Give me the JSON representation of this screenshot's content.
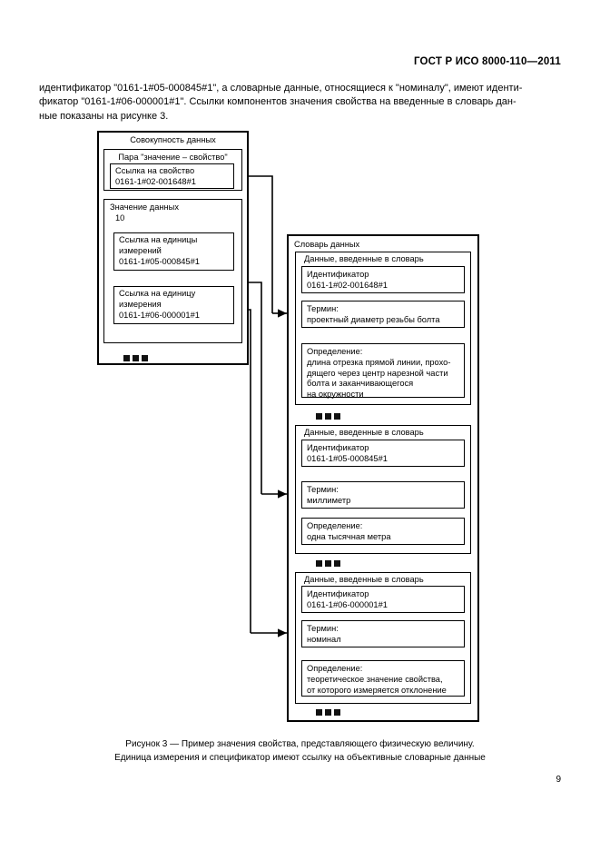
{
  "header": {
    "standard": "ГОСТ Р ИСО 8000-110—2011"
  },
  "body": {
    "line1": "идентификатор \"0161-1#05-000845#1\", а словарные данные, относящиеся к \"номиналу\", имеют иденти-",
    "line2": "фикатор \"0161-1#06-000001#1\". Ссылки компонентов значения свойства на введенные в словарь дан-",
    "line3": "ные показаны на рисунке 3."
  },
  "figure": {
    "left_panel": {
      "title": "Совокупность данных",
      "pair_title": "Пара \"значение – свойство\"",
      "property_ref": {
        "label": "Ссылка на свойство",
        "value": "0161-1#02-001648#1"
      },
      "data_value": {
        "label": "Значение данных",
        "value": "10"
      },
      "units_ref": {
        "label_line1": "Ссылка на единицы",
        "label_line2": "измерений",
        "value": "0161-1#05-000845#1"
      },
      "unit_ref": {
        "label_line1": "Ссылка на единицу",
        "label_line2": "измерения",
        "value": "0161-1#06-000001#1"
      }
    },
    "right_panel": {
      "title": "Словарь данных",
      "entries": [
        {
          "title": "Данные, введенные в словарь",
          "identifier_label": "Идентификатор",
          "identifier_value": "0161-1#02-001648#1",
          "term_label": "Термин:",
          "term_value": "проектный диаметр резьбы болта",
          "definition_label": "Определение:",
          "definition_value": "длина отрезка прямой линии, прохо-\nдящего через центр нарезной части\nболта и заканчивающегося\nна окружности"
        },
        {
          "title": "Данные, введенные в словарь",
          "identifier_label": "Идентификатор",
          "identifier_value": "0161-1#05-000845#1",
          "term_label": "Термин:",
          "term_value": "миллиметр",
          "definition_label": "Определение:",
          "definition_value": "одна тысячная метра"
        },
        {
          "title": "Данные, введенные в словарь",
          "identifier_label": "Идентификатор",
          "identifier_value": "0161-1#06-000001#1",
          "term_label": "Термин:",
          "term_value": "номинал",
          "definition_label": "Определение:",
          "definition_value": "теоретическое значение свойства,\nот которого измеряется отклонение"
        }
      ]
    }
  },
  "caption": {
    "line1": "Рисунок  3 — Пример значения свойства, представляющего физическую величину.",
    "line2": "Единица измерения и спецификатор имеют ссылку на объективные словарные данные"
  },
  "page_number": "9"
}
